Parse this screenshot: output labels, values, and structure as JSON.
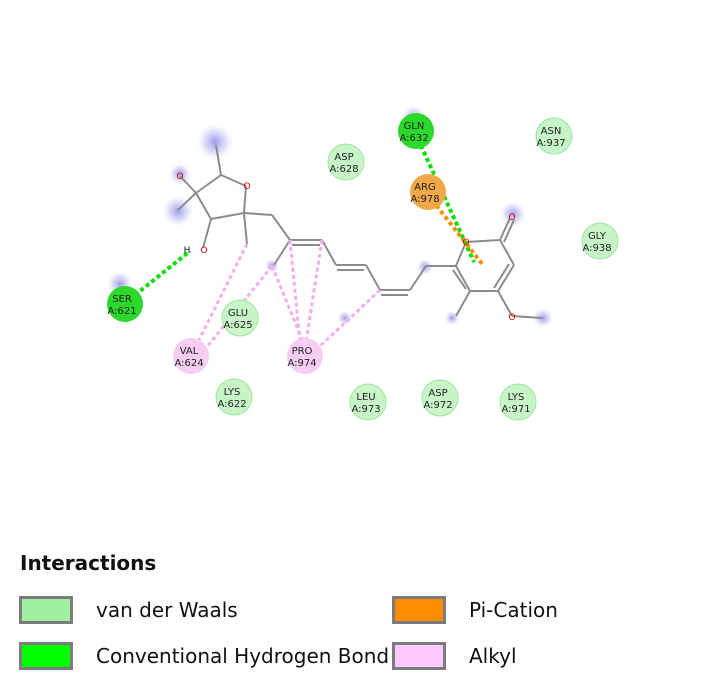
{
  "residues": [
    {
      "id": "ser621",
      "name": "SER",
      "chain": "A:621",
      "type": "hbond"
    },
    {
      "id": "val624",
      "name": "VAL",
      "chain": "A:624",
      "type": "alkyl"
    },
    {
      "id": "glu625",
      "name": "GLU",
      "chain": "A:625",
      "type": "vdw"
    },
    {
      "id": "lys622",
      "name": "LYS",
      "chain": "A:622",
      "type": "vdw"
    },
    {
      "id": "pro974",
      "name": "PRO",
      "chain": "A:974",
      "type": "alkyl"
    },
    {
      "id": "asp628",
      "name": "ASP",
      "chain": "A:628",
      "type": "vdw"
    },
    {
      "id": "gln632",
      "name": "GLN",
      "chain": "A:632",
      "type": "hbond"
    },
    {
      "id": "arg978",
      "name": "ARG",
      "chain": "A:978",
      "type": "pication"
    },
    {
      "id": "asn937",
      "name": "ASN",
      "chain": "A:937",
      "type": "vdw"
    },
    {
      "id": "gly938",
      "name": "GLY",
      "chain": "A:938",
      "type": "vdw"
    },
    {
      "id": "leu973",
      "name": "LEU",
      "chain": "A:973",
      "type": "vdw"
    },
    {
      "id": "asp972",
      "name": "ASP",
      "chain": "A:972",
      "type": "vdw"
    },
    {
      "id": "lys971",
      "name": "LYS",
      "chain": "A:971",
      "type": "vdw"
    }
  ],
  "atoms": {
    "oxygen": "O",
    "hydrogen": "H"
  },
  "legend": {
    "title": "Interactions",
    "items": [
      {
        "label": "van der Waals",
        "color": "#9ff09f"
      },
      {
        "label": "Conventional Hydrogen Bond",
        "color": "#00ff00"
      },
      {
        "label": "Pi-Cation",
        "color": "#ff8c00"
      },
      {
        "label": "Alkyl",
        "color": "#ffc8ff"
      }
    ]
  },
  "colors": {
    "vdw": "#c8f5c8",
    "vdw_edge": "#9ee69e",
    "hbond": "#2bd92b",
    "hbond_line": "#00e000",
    "pication": "#f0a848",
    "pication_line": "#ff8c00",
    "alkyl": "#f7cdf2",
    "alkyl_line": "#f2aef0",
    "bond": "#8c8c8c",
    "oxygen": "#e00000"
  }
}
